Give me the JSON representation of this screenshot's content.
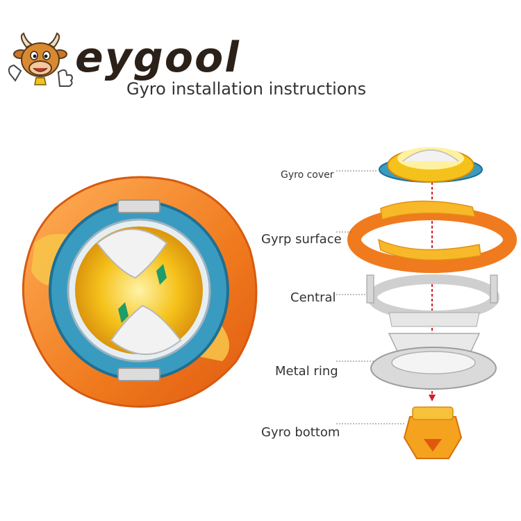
{
  "brand": {
    "name": "eygool",
    "mascot_icon": "cow-thumbs-up-icon"
  },
  "header": {
    "subtitle": "Gyro installation instructions"
  },
  "parts": [
    {
      "label": "Gyro cover"
    },
    {
      "label": "Gyrp surface"
    },
    {
      "label": "Central"
    },
    {
      "label": "Metal ring"
    },
    {
      "label": "Gyro bottom"
    }
  ],
  "colors": {
    "orange": "#f07a1e",
    "gold": "#f5c21b",
    "blue": "#3a9bc0",
    "silver": "#d8d8d8",
    "axis_line": "#d0202a"
  }
}
